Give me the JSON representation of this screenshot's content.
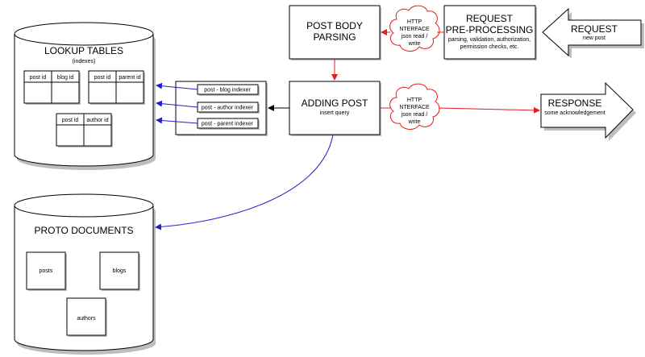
{
  "lookup": {
    "title": "LOOKUP TABLES",
    "subtitle": "(indexes)",
    "tables": [
      [
        "post id",
        "blog id"
      ],
      [
        "post id",
        "parent id"
      ],
      [
        "post id",
        "author id"
      ]
    ]
  },
  "indexers": [
    "post - blog indexer",
    "post - author indexer",
    "post - parent indexer"
  ],
  "proto": {
    "title": "PROTO DOCUMENTS",
    "docs": [
      "posts",
      "blogs",
      "authors"
    ]
  },
  "post_body": {
    "line1": "POST BODY",
    "line2": "PARSING"
  },
  "adding_post": {
    "title": "ADDING POST",
    "sub": "insert query"
  },
  "request_pre": {
    "line1": "REQUEST",
    "line2": "PRE-PROCESSING",
    "sub1": "parsing, validation, authorization,",
    "sub2": "permission checks, etc."
  },
  "request_arrow": {
    "title": "REQUEST",
    "sub": "new post"
  },
  "response_arrow": {
    "title": "RESPONSE",
    "sub": "some acknowledgement"
  },
  "http_cloud": [
    "HTTP",
    "NTERFACE",
    "json read /",
    "write"
  ],
  "colors": {
    "red": "#e31d1d",
    "blue": "#2020c8",
    "shadow": "#bdbdbd"
  }
}
